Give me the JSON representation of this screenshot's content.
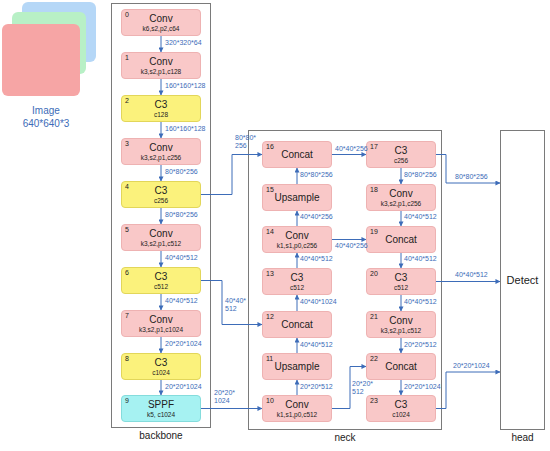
{
  "diagram": {
    "nodes": [
      {
        "text": [
          "Image 640*640*3"
        ]
      },
      {
        "text": [
          "backbone"
        ]
      },
      {
        "text": [
          "0",
          "Conv",
          "k6,s2,p2,c64"
        ],
        "in": 1
      },
      {
        "text": [
          "1",
          "Conv",
          "k3,s2,p1,c128"
        ],
        "in": 1
      },
      {
        "text": [
          "2",
          "C3",
          "c128"
        ],
        "in": 1
      },
      {
        "text": [
          "3",
          "Conv",
          "k3,s2,p1,c256"
        ],
        "in": 1
      },
      {
        "text": [
          "4",
          "C3",
          "c256"
        ],
        "in": 1
      },
      {
        "text": [
          "5",
          "Conv",
          "k3,s2,p1,c512"
        ],
        "in": 1
      },
      {
        "text": [
          "6",
          "C3",
          "c512"
        ],
        "in": 1
      },
      {
        "text": [
          "7",
          "Conv",
          "k3,s2,p1,c1024"
        ],
        "in": 1
      },
      {
        "text": [
          "8",
          "C3",
          "c1024"
        ],
        "in": 1
      },
      {
        "text": [
          "9",
          "SPPF",
          "k5, c1024"
        ],
        "in": 1
      },
      {
        "text": [
          "neck"
        ]
      },
      {
        "text": [
          "10",
          "Conv",
          "k1,s1,p0,c512"
        ],
        "in": 12
      },
      {
        "text": [
          "11",
          "Upsample"
        ],
        "in": 12
      },
      {
        "text": [
          "12",
          "Concat"
        ],
        "in": 12
      },
      {
        "text": [
          "13",
          "C3",
          "c512"
        ],
        "in": 12
      },
      {
        "text": [
          "14",
          "Conv",
          "k1,s1,p0,c256"
        ],
        "in": 12
      },
      {
        "text": [
          "15",
          "Upsample"
        ],
        "in": 12
      },
      {
        "text": [
          "16",
          "Concat"
        ],
        "in": 12
      },
      {
        "text": [
          "17",
          "C3",
          "c256"
        ],
        "in": 12
      },
      {
        "text": [
          "18",
          "Conv",
          "k3,s2,p1,c256"
        ],
        "in": 12
      },
      {
        "text": [
          "19",
          "Concat"
        ],
        "in": 12
      },
      {
        "text": [
          "20",
          "C3",
          "c512"
        ],
        "in": 12
      },
      {
        "text": [
          "21",
          "Conv",
          "k3,s2,p1,c512"
        ],
        "in": 12
      },
      {
        "text": [
          "22",
          "Concat"
        ],
        "in": 12
      },
      {
        "text": [
          "23",
          "C3",
          "c1024"
        ],
        "in": 12
      },
      {
        "text": [
          "Detect",
          "head"
        ]
      }
    ],
    "edges": [
      {
        "from": 2,
        "to": 3,
        "arrow": "to",
        "label": "320*320*64"
      },
      {
        "from": 3,
        "to": 4,
        "arrow": "to",
        "label": "160*160*128"
      },
      {
        "from": 4,
        "to": 5,
        "arrow": "to",
        "label": "160*160*128"
      },
      {
        "from": 5,
        "to": 6,
        "arrow": "to",
        "label": "80*80*256"
      },
      {
        "from": 6,
        "to": 7,
        "arrow": "to",
        "label": "80*80*256"
      },
      {
        "from": 7,
        "to": 8,
        "arrow": "to",
        "label": "40*40*512"
      },
      {
        "from": 8,
        "to": 9,
        "arrow": "to",
        "label": "40*40*512"
      },
      {
        "from": 9,
        "to": 10,
        "arrow": "to",
        "label": "20*20*1024"
      },
      {
        "from": 10,
        "to": 11,
        "arrow": "to",
        "label": "20*20*1024"
      },
      {
        "from": 11,
        "to": 13,
        "arrow": "to",
        "label": "20*20* 1024"
      },
      {
        "from": 13,
        "to": 14,
        "arrow": "to",
        "label": "20*20*512"
      },
      {
        "from": 14,
        "to": 15,
        "arrow": "to",
        "label": "40*40*512"
      },
      {
        "from": 8,
        "to": 15,
        "arrow": "to",
        "label": "40*40* 512"
      },
      {
        "from": 15,
        "to": 16,
        "arrow": "to",
        "label": "40*40*1024"
      },
      {
        "from": 16,
        "to": 17,
        "arrow": "to",
        "label": "40*40*512"
      },
      {
        "from": 17,
        "to": 18,
        "arrow": "to",
        "label": "40*40*256"
      },
      {
        "from": 18,
        "to": 19,
        "arrow": "to",
        "label": "80*80*256"
      },
      {
        "from": 6,
        "to": 19,
        "arrow": "to",
        "label": "80*80* 256"
      },
      {
        "from": 19,
        "to": 20,
        "arrow": "to",
        "label": "40*40*256"
      },
      {
        "from": 20,
        "to": 21,
        "arrow": "to",
        "label": "80*80*256"
      },
      {
        "from": 21,
        "to": 22,
        "arrow": "to",
        "label": "40*40*512"
      },
      {
        "from": 17,
        "to": 22,
        "arrow": "to",
        "label": "40*40*256"
      },
      {
        "from": 22,
        "to": 23,
        "arrow": "to",
        "label": "40*40*512"
      },
      {
        "from": 23,
        "to": 24,
        "arrow": "to",
        "label": "40*40*512"
      },
      {
        "from": 24,
        "to": 25,
        "arrow": "to",
        "label": "20*20*512"
      },
      {
        "from": 13,
        "to": 25,
        "arrow": "to",
        "label": "20*20* 512"
      },
      {
        "from": 25,
        "to": 26,
        "arrow": "to",
        "label": "20*20*1024"
      },
      {
        "from": 20,
        "to": 27,
        "arrow": "to",
        "label": "80*80*256"
      },
      {
        "from": 23,
        "to": 27,
        "arrow": "to",
        "label": "40*40*512"
      },
      {
        "from": 26,
        "to": 27,
        "arrow": "to",
        "label": "20*20*1024"
      }
    ]
  }
}
